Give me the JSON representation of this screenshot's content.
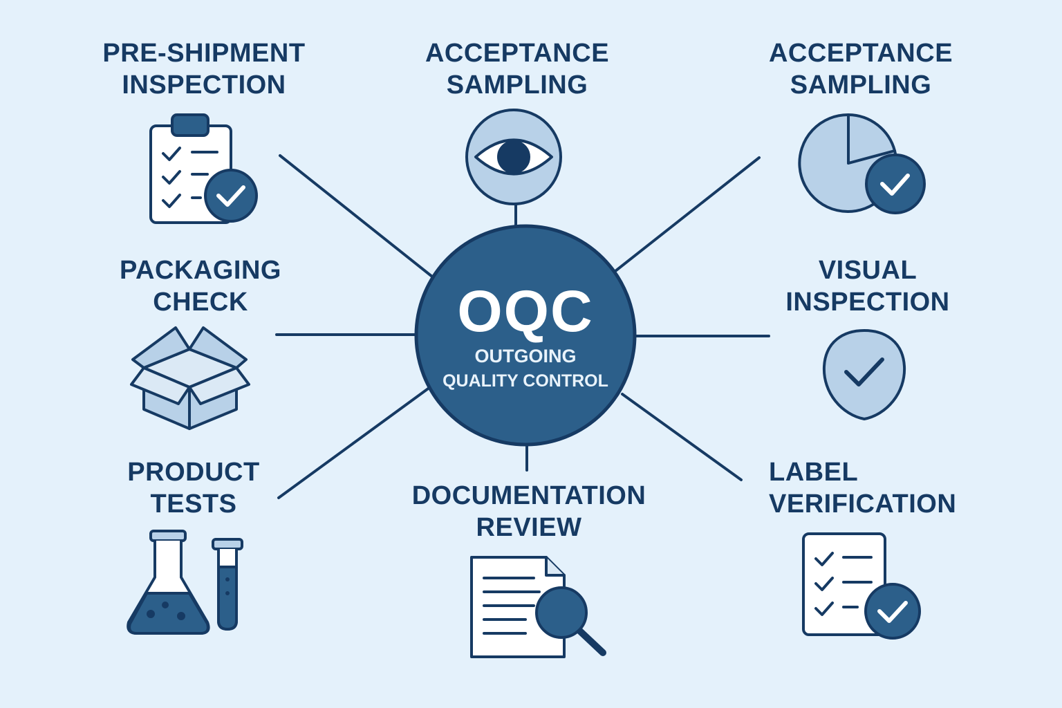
{
  "center": {
    "title": "OQC",
    "subtitle_line1": "OUTGOING",
    "subtitle_line2": "QUALITY CONTROL"
  },
  "nodes": [
    {
      "id": "pre-shipment-inspection",
      "line1": "PRE-SHIPMENT",
      "line2": "INSPECTION",
      "icon": "clipboard-check-icon"
    },
    {
      "id": "acceptance-sampling-top",
      "line1": "ACCEPTANCE",
      "line2": "SAMPLING",
      "icon": "eye-icon"
    },
    {
      "id": "acceptance-sampling-right",
      "line1": "ACCEPTANCE",
      "line2": "SAMPLING",
      "icon": "pie-check-icon"
    },
    {
      "id": "packaging-check",
      "line1": "PACKAGING",
      "line2": "CHECK",
      "icon": "box-icon"
    },
    {
      "id": "visual-inspection",
      "line1": "VISUAL",
      "line2": "INSPECTION",
      "icon": "shield-check-icon"
    },
    {
      "id": "product-tests",
      "line1": "PRODUCT",
      "line2": "TESTS",
      "icon": "flask-tube-icon"
    },
    {
      "id": "documentation-review",
      "line1": "DOCUMENTATION",
      "line2": "REVIEW",
      "icon": "document-search-icon"
    },
    {
      "id": "label-verification",
      "line1": "LABEL",
      "line2": "VERIFICATION",
      "icon": "checklist-icon"
    }
  ],
  "colors": {
    "background": "#e4f1fb",
    "dark_navy": "#163a63",
    "center_fill": "#2c5f8a",
    "light_fill": "#b8d1e8",
    "white": "#ffffff"
  }
}
